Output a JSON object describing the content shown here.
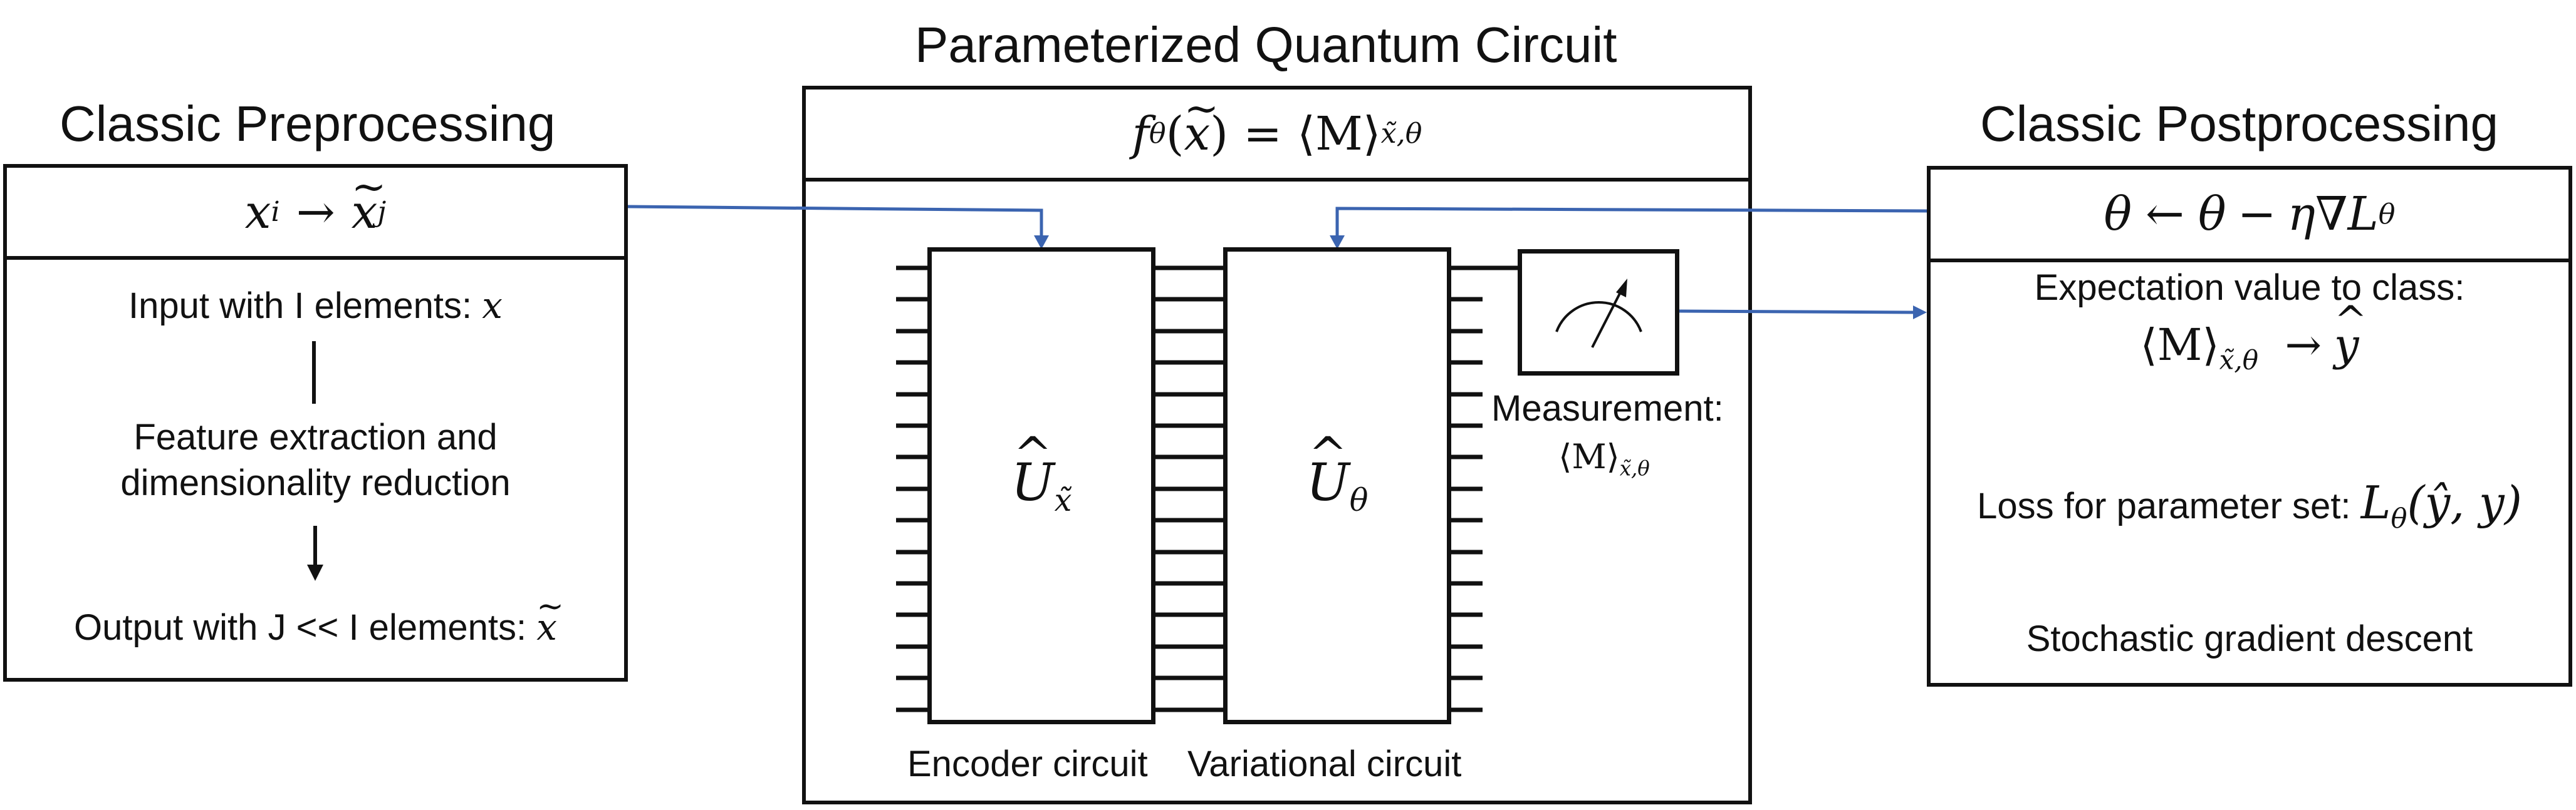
{
  "titles": {
    "pre": "Classic Preprocessing",
    "pqc": "Parameterized Quantum Circuit",
    "post": "Classic Postprocessing"
  },
  "pre": {
    "header": {
      "var": "x",
      "sub": "i",
      "arrow": "→",
      "var2": "x",
      "sub2": "j"
    },
    "input_label": "Input with I elements:",
    "input_var": "x",
    "feature_line1": "Feature extraction and",
    "feature_line2": "dimensionality reduction",
    "output_label": "Output with J << I elements:",
    "output_var": "x"
  },
  "pqc": {
    "header": {
      "f": "f",
      "theta": "θ",
      "arg": "x",
      "eq": "=",
      "lang": "⟨",
      "M": "M",
      "rang": "⟩",
      "sub": "x̃,θ"
    },
    "encoder_gate": {
      "U": "U",
      "sub": "x̃"
    },
    "variational_gate": {
      "U": "U",
      "sub": "θ"
    },
    "measurement_label": "Measurement:",
    "measurement_expr": {
      "lang": "⟨",
      "M": "M",
      "rang": "⟩",
      "sub": "x̃,θ"
    },
    "encoder_label": "Encoder circuit",
    "variational_label": "Variational circuit"
  },
  "post": {
    "header": {
      "theta": "θ",
      "arrow": "←",
      "theta2": "θ",
      "minus": "−",
      "eta": "η",
      "nabla": "∇",
      "L": "L",
      "sub": "θ"
    },
    "expectation_label": "Expectation value to class:",
    "expectation_expr": {
      "lang": "⟨",
      "M": "M",
      "rang": "⟩",
      "sub": "x̃,θ",
      "arrow": "→",
      "y": "y"
    },
    "loss_label": "Loss for parameter set:",
    "loss_expr": {
      "L": "L",
      "sub": "θ",
      "args": "(ŷ, y)"
    },
    "sgd_label": "Stochastic gradient descent"
  },
  "colors": {
    "arrow": "#3b64b0",
    "line": "#111111"
  }
}
